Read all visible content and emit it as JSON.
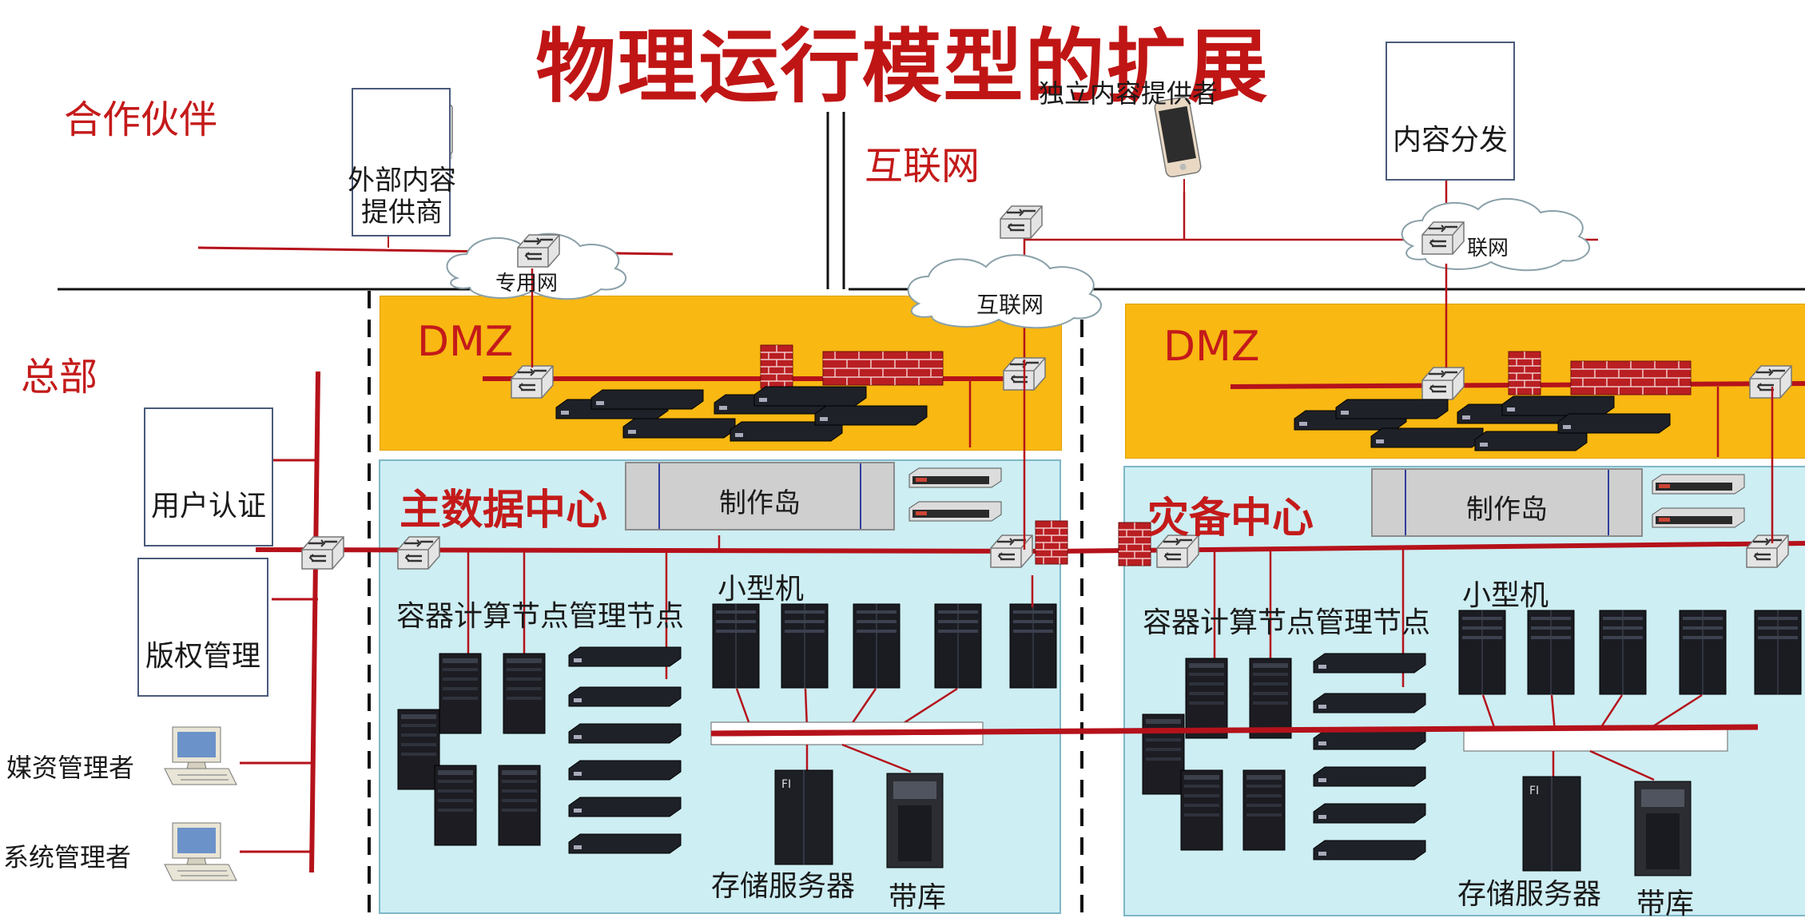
{
  "title": "物理运行模型的扩展",
  "zones": {
    "partner": "合作伙伴",
    "hq": "总部",
    "internet": "互联网"
  },
  "clouds": {
    "private_net": "专用网",
    "internet_center": "互联网",
    "internet_right": "联网"
  },
  "boxes": {
    "external_provider": "外部内容提供商",
    "content_delivery": "内容分发",
    "user_auth": "用户认证",
    "copyright_mgmt": "版权管理"
  },
  "independent_provider": "独立内容提供者",
  "left_side": {
    "media_manager": "媒资管理者",
    "system_manager": "系统管理者"
  },
  "main_dc": {
    "dmz": "DMZ",
    "title": "主数据中心",
    "island": "制作岛",
    "nodes": "容器计算节点管理节点",
    "minicomputer": "小型机",
    "storage": "存储服务器",
    "tape": "带库"
  },
  "dr_dc": {
    "dmz": "DMZ",
    "title": "灾备中心",
    "island": "制作岛",
    "nodes": "容器计算节点管理节点",
    "minicomputer": "小型机",
    "storage": "存储服务器",
    "tape": "带库"
  },
  "colors": {
    "accent_red": "#c01515",
    "dmz_yellow": "#f9b812",
    "dc_blue": "#cdeef3",
    "line_red": "#b5121b"
  }
}
